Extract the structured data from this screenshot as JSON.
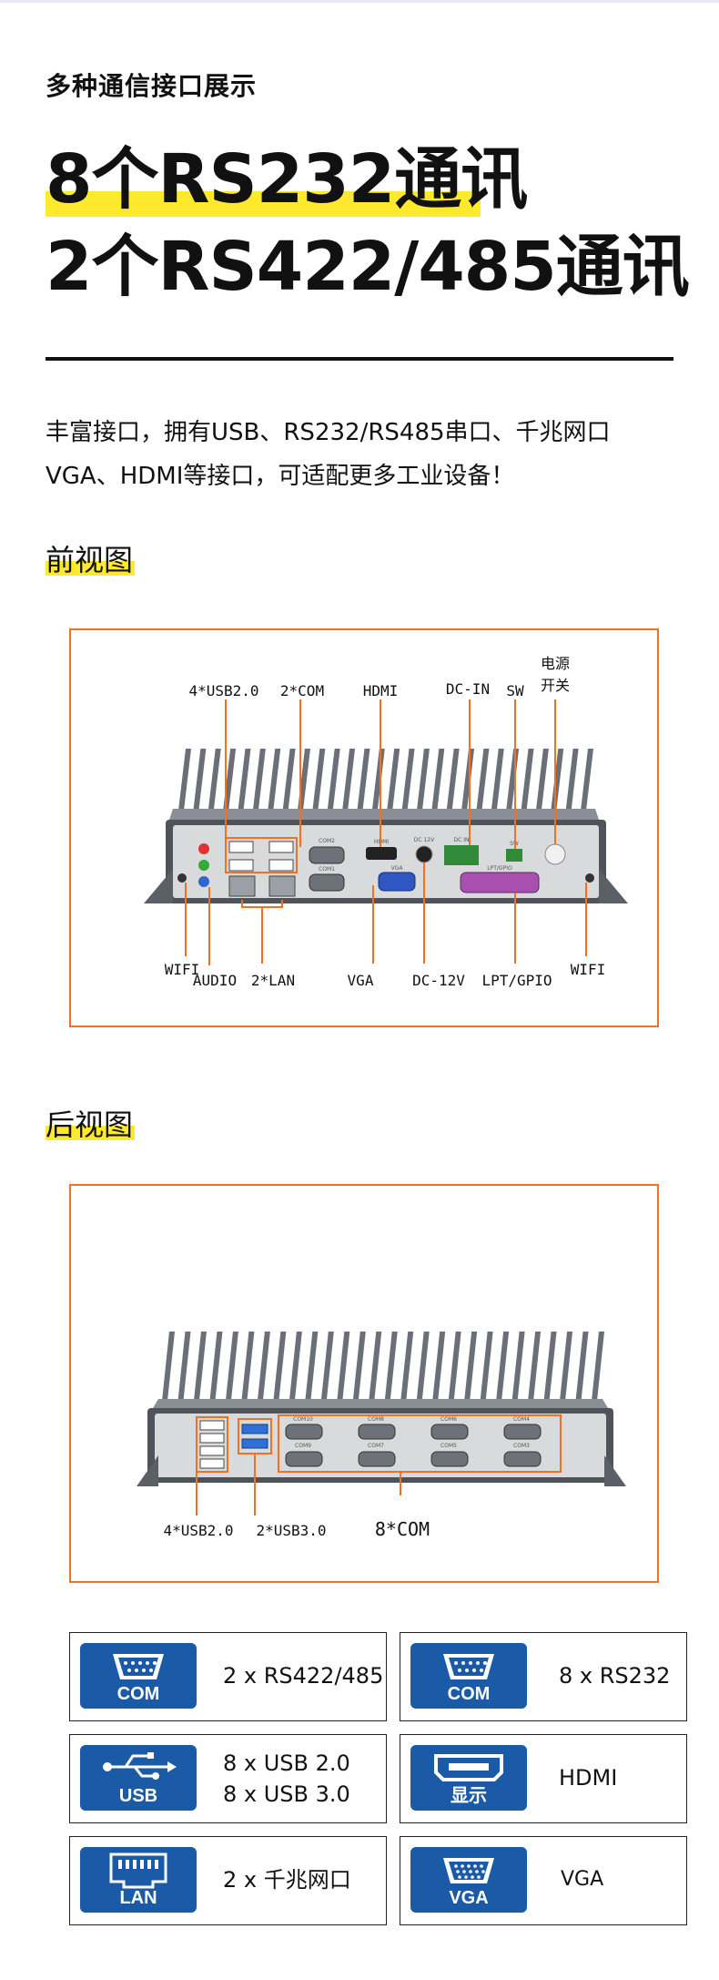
{
  "header": {
    "subtitle": "多种通信接口展示",
    "headline_1": "8个RS232通讯",
    "headline_2": "2个RS422/485通讯"
  },
  "description": {
    "line_1": "丰富接口，拥有USB、RS232/RS485串口、千兆网口",
    "line_2": "VGA、HDMI等接口，可适配更多工业设备！"
  },
  "front_view": {
    "title": "前视图",
    "top_labels": [
      "4*USB2.0",
      "2*COM",
      "HDMI",
      "DC-IN",
      "SW",
      "电源",
      "开关"
    ],
    "bottom_labels": [
      "WIFI",
      "AUDIO",
      "2*LAN",
      "VGA",
      "DC-12V",
      "LPT/GPIO",
      "WIFI"
    ],
    "panel_marks": [
      "COM2",
      "COM1",
      "HDMI",
      "VGA",
      "DC 12V",
      "DC IN",
      "SW",
      "LPT/GPIO"
    ]
  },
  "rear_view": {
    "title": "后视图",
    "labels": [
      "4*USB2.0",
      "2*USB3.0",
      "8*COM"
    ],
    "panel_marks": [
      "COM10",
      "COM8",
      "COM6",
      "COM4",
      "COM9",
      "COM7",
      "COM5",
      "COM3"
    ]
  },
  "specs": [
    {
      "badge": "COM",
      "icon": "serial-port-icon",
      "lines": [
        "2 x RS422/485"
      ]
    },
    {
      "badge": "COM",
      "icon": "serial-port-icon",
      "lines": [
        "8 x RS232"
      ]
    },
    {
      "badge": "USB",
      "icon": "usb-icon",
      "lines": [
        "8 x USB 2.0",
        "8 x USB 3.0"
      ]
    },
    {
      "badge": "显示",
      "icon": "hdmi-icon",
      "lines": [
        "HDMI"
      ]
    },
    {
      "badge": "LAN",
      "icon": "ethernet-icon",
      "lines": [
        "2 x 千兆网口"
      ]
    },
    {
      "badge": "VGA",
      "icon": "vga-icon",
      "lines": [
        "VGA"
      ]
    }
  ],
  "colors": {
    "accent_orange": "#f37021",
    "highlight_yellow": "#ffe92d",
    "badge_blue": "#1a5aa6",
    "chassis_gray": "#5b5f66"
  }
}
